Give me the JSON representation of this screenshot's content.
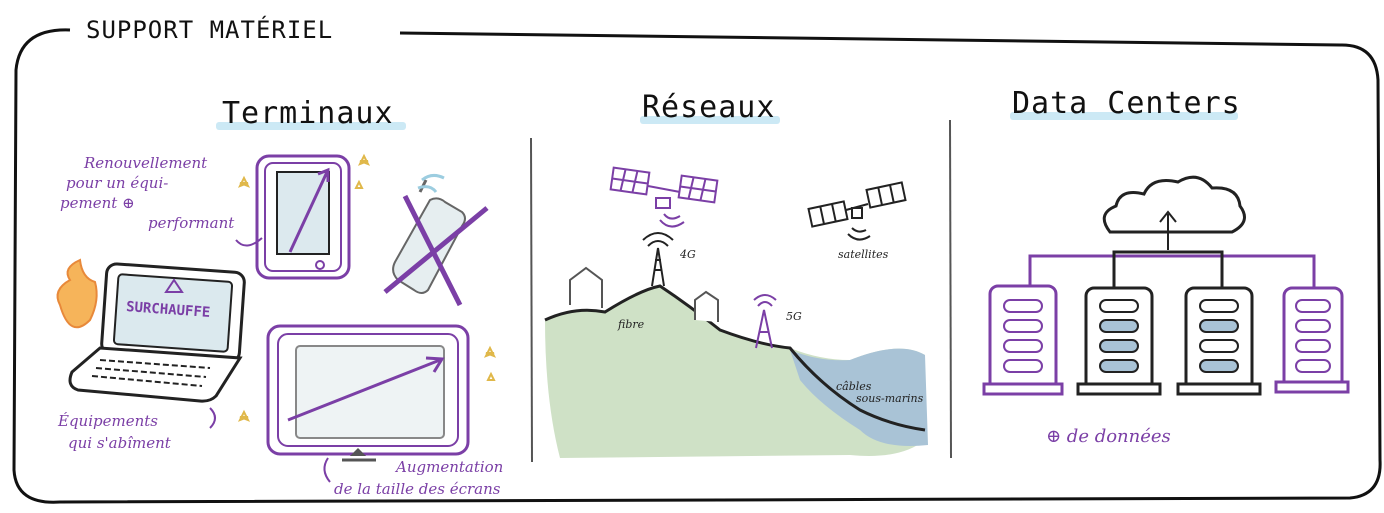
{
  "frame": {
    "title": "SUPPORT MATÉRIEL"
  },
  "sections": [
    {
      "key": "terminaux",
      "title": "Terminaux"
    },
    {
      "key": "reseaux",
      "title": "Réseaux"
    },
    {
      "key": "datacenters",
      "title": "Data Centers"
    }
  ],
  "terminaux": {
    "renouvellement": [
      "Renouvellement",
      "pour un équi-",
      "pement ⊕",
      "performant"
    ],
    "surchauffe": "SURCHAUFFE",
    "equipements": [
      "Équipements",
      "qui s'abîment"
    ],
    "augmentation": [
      "Augmentation",
      "de la taille des écrans"
    ]
  },
  "reseaux": {
    "network_4g": "4G",
    "network_5g": "5G",
    "satellites": "satellites",
    "fibre": "fibre",
    "cables": [
      "câbles",
      "sous-marins"
    ]
  },
  "datacenters": {
    "donnees": "⊕ de données"
  },
  "colors": {
    "purple": "#7b3fa6",
    "highlight": "#bfe3f2",
    "land": "#cfe1c6",
    "sea": "#a9c3d6",
    "gold": "#e0b84a",
    "orange": "#f2a13a"
  }
}
